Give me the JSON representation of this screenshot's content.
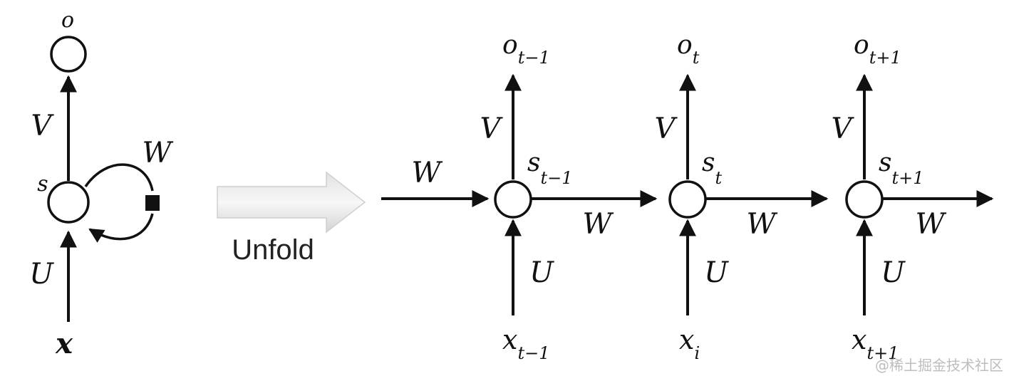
{
  "folded": {
    "output": "o",
    "hidden": "s",
    "input": "x",
    "weight_u": "U",
    "weight_v": "V",
    "weight_w": "W"
  },
  "unfold_label": "Unfold",
  "unfolded": {
    "incoming_w": "W",
    "steps": [
      {
        "o": "o",
        "o_sub": "t−1",
        "s": "s",
        "s_sub": "t−1",
        "x": "x",
        "x_sub": "t−1",
        "v": "V",
        "u": "U",
        "w_out": "W"
      },
      {
        "o": "o",
        "o_sub": "t",
        "s": "s",
        "s_sub": "t",
        "x": "x",
        "x_sub": "i",
        "v": "V",
        "u": "U",
        "w_out": "W"
      },
      {
        "o": "o",
        "o_sub": "t+1",
        "s": "s",
        "s_sub": "t+1",
        "x": "x",
        "x_sub": "t+1",
        "v": "V",
        "u": "U",
        "w_out": "W"
      }
    ]
  },
  "watermark": "@稀土掘金技术社区"
}
